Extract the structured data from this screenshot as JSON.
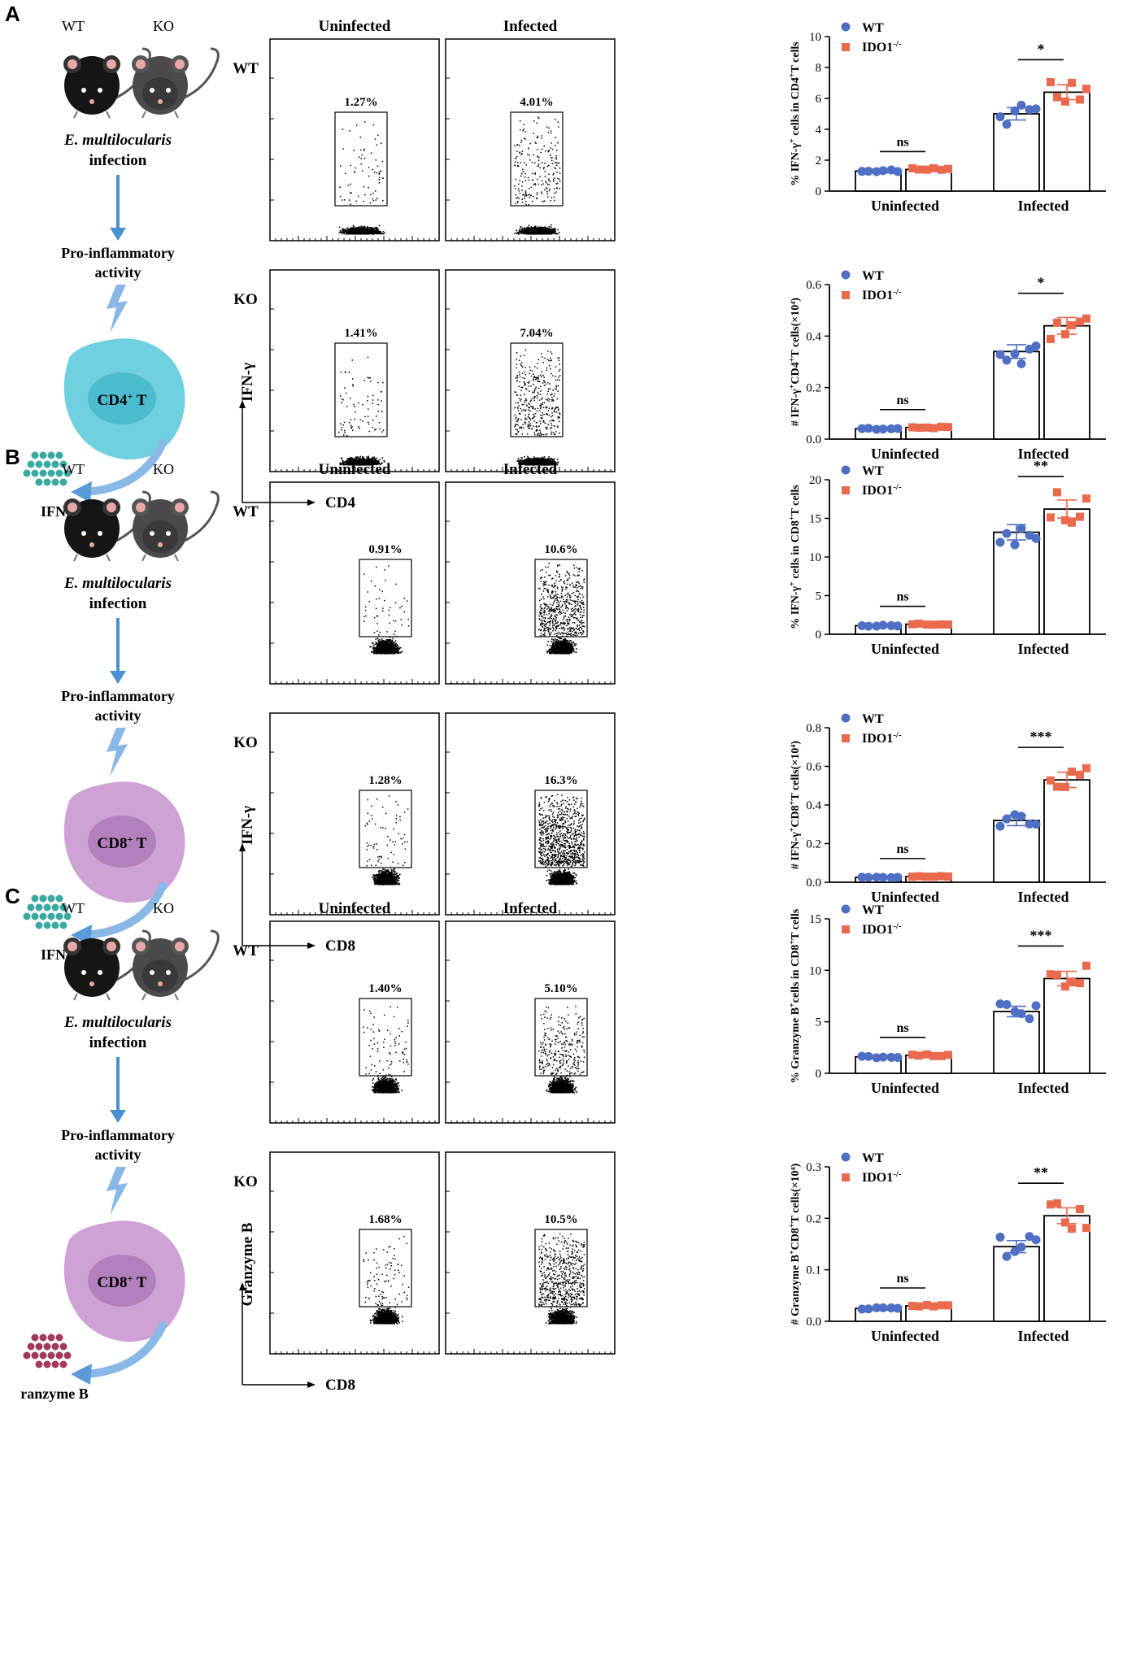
{
  "panels": [
    {
      "letter": "A",
      "schematic": {
        "wt_label": "WT",
        "ko_label": "KO",
        "infection_species": "E. multilocularis",
        "infection_word": "infection",
        "activity_line1": "Pro-inflammatory",
        "activity_line2": "activity",
        "cell_label_main": "CD4",
        "cell_label_sup": "+",
        "cell_label_suffix": " T",
        "cell_color": "#6fd0df",
        "nucleus_color": "#3fb4c8",
        "dot_color": "#3aa9a0",
        "output_label": "IFN-γ"
      },
      "flow": {
        "col_headers": [
          "Uninfected",
          "Infected"
        ],
        "row_headers": [
          "WT",
          "KO"
        ],
        "y_axis": "IFN-γ",
        "x_axis": "CD4",
        "gate_style": "tall",
        "percentages": [
          [
            "1.27%",
            "4.01%"
          ],
          [
            "1.41%",
            "7.04%"
          ]
        ]
      },
      "charts": [
        {
          "ylabel_main": "% IFN-γ",
          "ylabel_sup": "+",
          "ylabel_rest": " cells in CD4",
          "ylabel_sup2": "+",
          "ylabel_end": "T cells",
          "yticks": [
            "0",
            "2",
            "4",
            "6",
            "8",
            "10"
          ],
          "ymax": 10,
          "categories": [
            "Uninfected",
            "Infected"
          ],
          "series": [
            {
              "name": "WT",
              "values": [
                1.3,
                5.0
              ]
            },
            {
              "name": "IDO1",
              "name_sup": "-/-",
              "values": [
                1.4,
                6.4
              ]
            }
          ],
          "sig": [
            "ns",
            "*"
          ]
        },
        {
          "ylabel_main": "# IFN-γ",
          "ylabel_sup": "+",
          "ylabel_rest": "CD4",
          "ylabel_sup2": "+",
          "ylabel_end": "T cells(×10⁴)",
          "yticks": [
            "0.0",
            "0.2",
            "0.4",
            "0.6"
          ],
          "ymax": 0.6,
          "categories": [
            "Uninfected",
            "Infected"
          ],
          "series": [
            {
              "name": "WT",
              "values": [
                0.04,
                0.34
              ]
            },
            {
              "name": "IDO1",
              "name_sup": "-/-",
              "values": [
                0.045,
                0.44
              ]
            }
          ],
          "sig": [
            "ns",
            "*"
          ]
        }
      ]
    },
    {
      "letter": "B",
      "schematic": {
        "wt_label": "WT",
        "ko_label": "KO",
        "infection_species": "E. multilocularis",
        "infection_word": "infection",
        "activity_line1": "Pro-inflammatory",
        "activity_line2": "activity",
        "cell_label_main": "CD8",
        "cell_label_sup": "+",
        "cell_label_suffix": " T",
        "cell_color": "#cfa2d6",
        "nucleus_color": "#a874b3",
        "dot_color": "#3aa9a0",
        "output_label": "IFN-γ"
      },
      "flow": {
        "col_headers": [
          "Uninfected",
          "Infected"
        ],
        "row_headers": [
          "WT",
          "KO"
        ],
        "y_axis": "IFN-γ",
        "x_axis": "CD8",
        "gate_style": "right",
        "percentages": [
          [
            "0.91%",
            "10.6%"
          ],
          [
            "1.28%",
            "16.3%"
          ]
        ]
      },
      "charts": [
        {
          "ylabel_main": "% IFN-γ",
          "ylabel_sup": "+",
          "ylabel_rest": " cells in CD8",
          "ylabel_sup2": "+",
          "ylabel_end": "T cells",
          "yticks": [
            "0",
            "5",
            "10",
            "15",
            "20"
          ],
          "ymax": 20,
          "categories": [
            "Uninfected",
            "Infected"
          ],
          "series": [
            {
              "name": "WT",
              "values": [
                1.1,
                13.2
              ]
            },
            {
              "name": "IDO1",
              "name_sup": "-/-",
              "values": [
                1.3,
                16.2
              ]
            }
          ],
          "sig": [
            "ns",
            "**"
          ]
        },
        {
          "ylabel_main": "# IFN-γ",
          "ylabel_sup": "+",
          "ylabel_rest": "CD8",
          "ylabel_sup2": "+",
          "ylabel_end": "T cells(×10⁴)",
          "yticks": [
            "0.0",
            "0.2",
            "0.4",
            "0.6",
            "0.8"
          ],
          "ymax": 0.8,
          "categories": [
            "Uninfected",
            "Infected"
          ],
          "series": [
            {
              "name": "WT",
              "values": [
                0.025,
                0.32
              ]
            },
            {
              "name": "IDO1",
              "name_sup": "-/-",
              "values": [
                0.03,
                0.53
              ]
            }
          ],
          "sig": [
            "ns",
            "***"
          ]
        }
      ]
    },
    {
      "letter": "C",
      "schematic": {
        "wt_label": "WT",
        "ko_label": "KO",
        "infection_species": "E. multilocularis",
        "infection_word": "infection",
        "activity_line1": "Pro-inflammatory",
        "activity_line2": "activity",
        "cell_label_main": "CD8",
        "cell_label_sup": "+",
        "cell_label_suffix": " T",
        "cell_color": "#cfa2d6",
        "nucleus_color": "#a874b3",
        "dot_color": "#a33a5c",
        "output_label": "Granzyme B"
      },
      "flow": {
        "col_headers": [
          "Uninfected",
          "Infected"
        ],
        "row_headers": [
          "WT",
          "KO"
        ],
        "y_axis": "Granzyme B",
        "x_axis": "CD8",
        "gate_style": "right",
        "percentages": [
          [
            "1.40%",
            "5.10%"
          ],
          [
            "1.68%",
            "10.5%"
          ]
        ]
      },
      "charts": [
        {
          "ylabel_main": "% Granzyme B",
          "ylabel_sup": "+",
          "ylabel_rest": "cells in CD8",
          "ylabel_sup2": "+",
          "ylabel_end": "T cells",
          "yticks": [
            "0",
            "5",
            "10",
            "15"
          ],
          "ymax": 15,
          "categories": [
            "Uninfected",
            "Infected"
          ],
          "series": [
            {
              "name": "WT",
              "values": [
                1.6,
                6.0
              ]
            },
            {
              "name": "IDO1",
              "name_sup": "-/-",
              "values": [
                1.75,
                9.2
              ]
            }
          ],
          "sig": [
            "ns",
            "***"
          ]
        },
        {
          "ylabel_main": "# Granzyme B",
          "ylabel_sup": "+",
          "ylabel_rest": "CD8",
          "ylabel_sup2": "+",
          "ylabel_end": "T cells(×10⁴)",
          "yticks": [
            "0.0",
            "0.1",
            "0.2",
            "0.3"
          ],
          "ymax": 0.3,
          "categories": [
            "Uninfected",
            "Infected"
          ],
          "series": [
            {
              "name": "WT",
              "values": [
                0.025,
                0.145
              ]
            },
            {
              "name": "IDO1",
              "name_sup": "-/-",
              "values": [
                0.03,
                0.205
              ]
            }
          ],
          "sig": [
            "ns",
            "**"
          ]
        }
      ]
    }
  ],
  "colors": {
    "wt": "#4f6fc4",
    "ko": "#ea6a4e",
    "axis": "#000000"
  }
}
